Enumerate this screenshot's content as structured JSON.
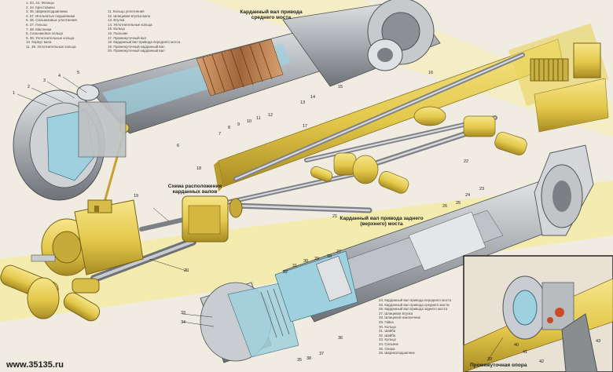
{
  "title_top_right": "Карданный вал привода среднего моста",
  "title_scheme": "Схема расположения карданных валов",
  "title_rear_shaft": "Карданный вал привода заднего (верхнего) моста",
  "inset_label": "Промежуточная опора",
  "watermark": "www.35135.ru",
  "legend_left": [
    "1. 33, 44. Фланцы",
    "2. 34. Крестовины",
    "3. 35. Шарикоподшипники",
    "4. 37. Игольчатые подшипники",
    "5. 36. Сальниковые уплотнения",
    "6. 37. Гильзы",
    "7. 38. Масленки",
    "8. Сальниковое кольцо",
    "9. 39. Уплотнительные кольца",
    "10. Корпус вала",
    "11. 38. Уплотнительные кольца"
  ],
  "legend_mid": [
    "11. Кольцо уплотнения",
    "12. Шлицевая втулка вала",
    "13. Втулка",
    "14. Уплотнительные кольца",
    "15. Кольцо",
    "16. Пыльник",
    "17. Промежуточный вал",
    "18. Карданный вал привода переднего моста",
    "19. Промежуточный карданный вал",
    "20. Промежуточный карданный вал"
  ],
  "legend_bottom": [
    "24. Карданный вал привода переднего моста",
    "25. Карданный вал привода среднего моста",
    "26. Карданный вал привода заднего моста",
    "27. Шлицевая втулка",
    "28. Шлицевой наконечник",
    "29. Гайка",
    "30. Кольцо",
    "31. Шайба",
    "32. Шайба",
    "33. Кольцо",
    "34. Сальник",
    "35. Опора",
    "36. Шарикоподшипник"
  ],
  "callouts": [
    "1",
    "2",
    "3",
    "4",
    "5",
    "6",
    "7",
    "8",
    "9",
    "10",
    "11",
    "12",
    "13",
    "14",
    "15",
    "16",
    "17",
    "18",
    "19",
    "20",
    "21",
    "22",
    "23",
    "24",
    "25",
    "26",
    "27",
    "28",
    "29",
    "30",
    "31",
    "32",
    "33",
    "34",
    "35",
    "36",
    "37",
    "38",
    "39",
    "40",
    "41",
    "42",
    "43"
  ],
  "colors": {
    "background": "#f1ece1",
    "yellow": "#e8d45a",
    "steel": "#b9bcbf",
    "cutaway_blue": "#9fd0dd",
    "bronze": "#b0784a"
  }
}
